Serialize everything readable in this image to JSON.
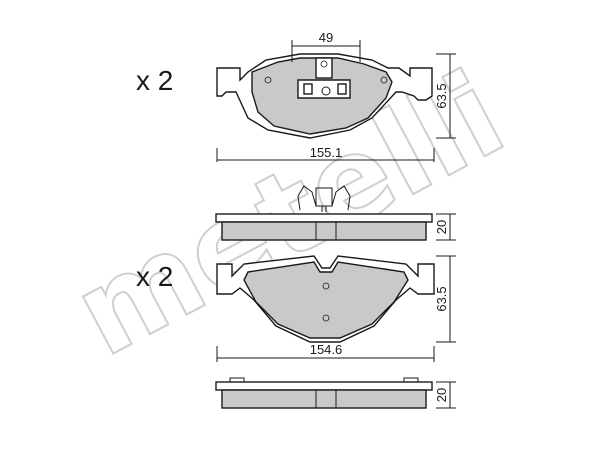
{
  "watermark": {
    "text": "metelli"
  },
  "pad_set_top": {
    "quantity_label": "x 2",
    "dimension_width": "155.1",
    "dimension_height": "63.5",
    "dimension_clip_spacing": "49",
    "dimension_thickness": "20"
  },
  "pad_set_bottom": {
    "quantity_label": "x 2",
    "dimension_width": "154.6",
    "dimension_height": "63.5",
    "dimension_thickness": "20"
  }
}
